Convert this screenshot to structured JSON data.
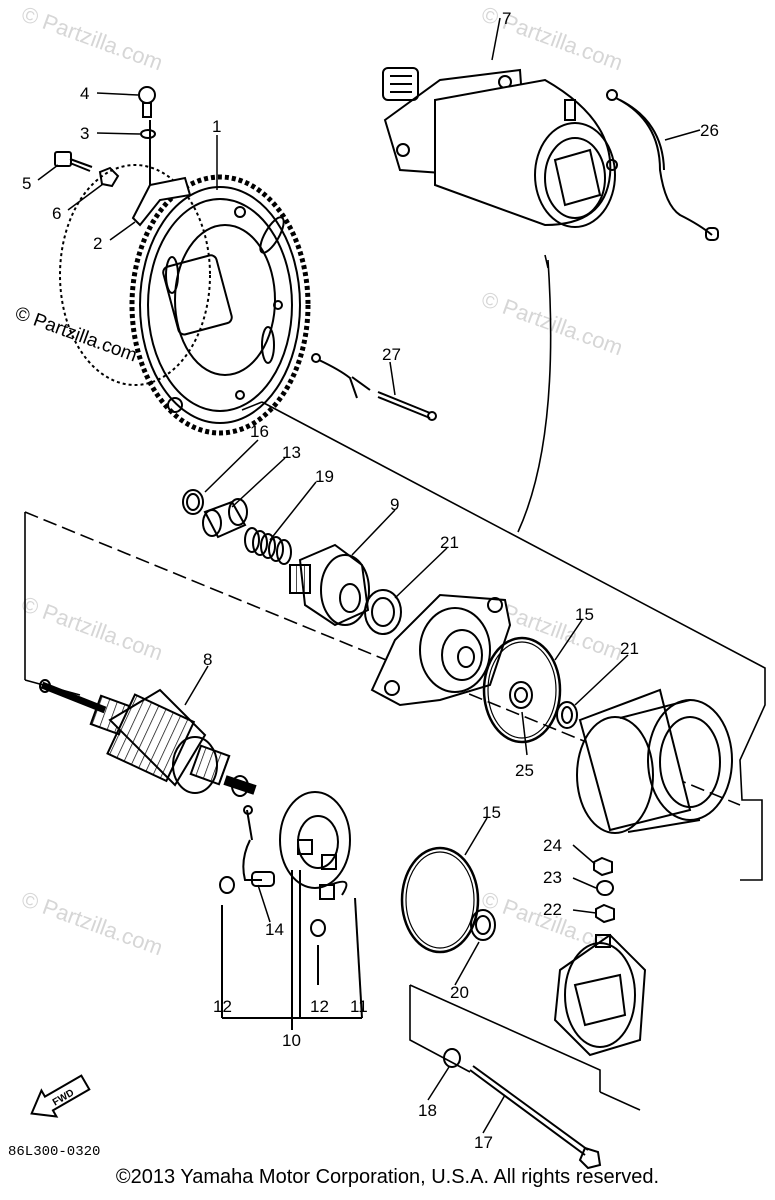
{
  "watermark": "© Partzilla.com",
  "diagram_code": "86L300-0320",
  "fwd_arrow_label": "FWD",
  "copyright": "©2013 Yamaha Motor Corporation, U.S.A. All rights reserved.",
  "callouts": {
    "c1": "1",
    "c2": "2",
    "c3": "3",
    "c4": "4",
    "c5": "5",
    "c6": "6",
    "c7": "7",
    "c8": "8",
    "c9": "9",
    "c10": "10",
    "c11": "11",
    "c12a": "12",
    "c12b": "12",
    "c13": "13",
    "c14": "14",
    "c15a": "15",
    "c15b": "15",
    "c16": "16",
    "c17": "17",
    "c18": "18",
    "c19": "19",
    "c20": "20",
    "c21a": "21",
    "c21b": "21",
    "c22": "22",
    "c23": "23",
    "c24": "24",
    "c25": "25",
    "c26": "26",
    "c27": "27"
  }
}
